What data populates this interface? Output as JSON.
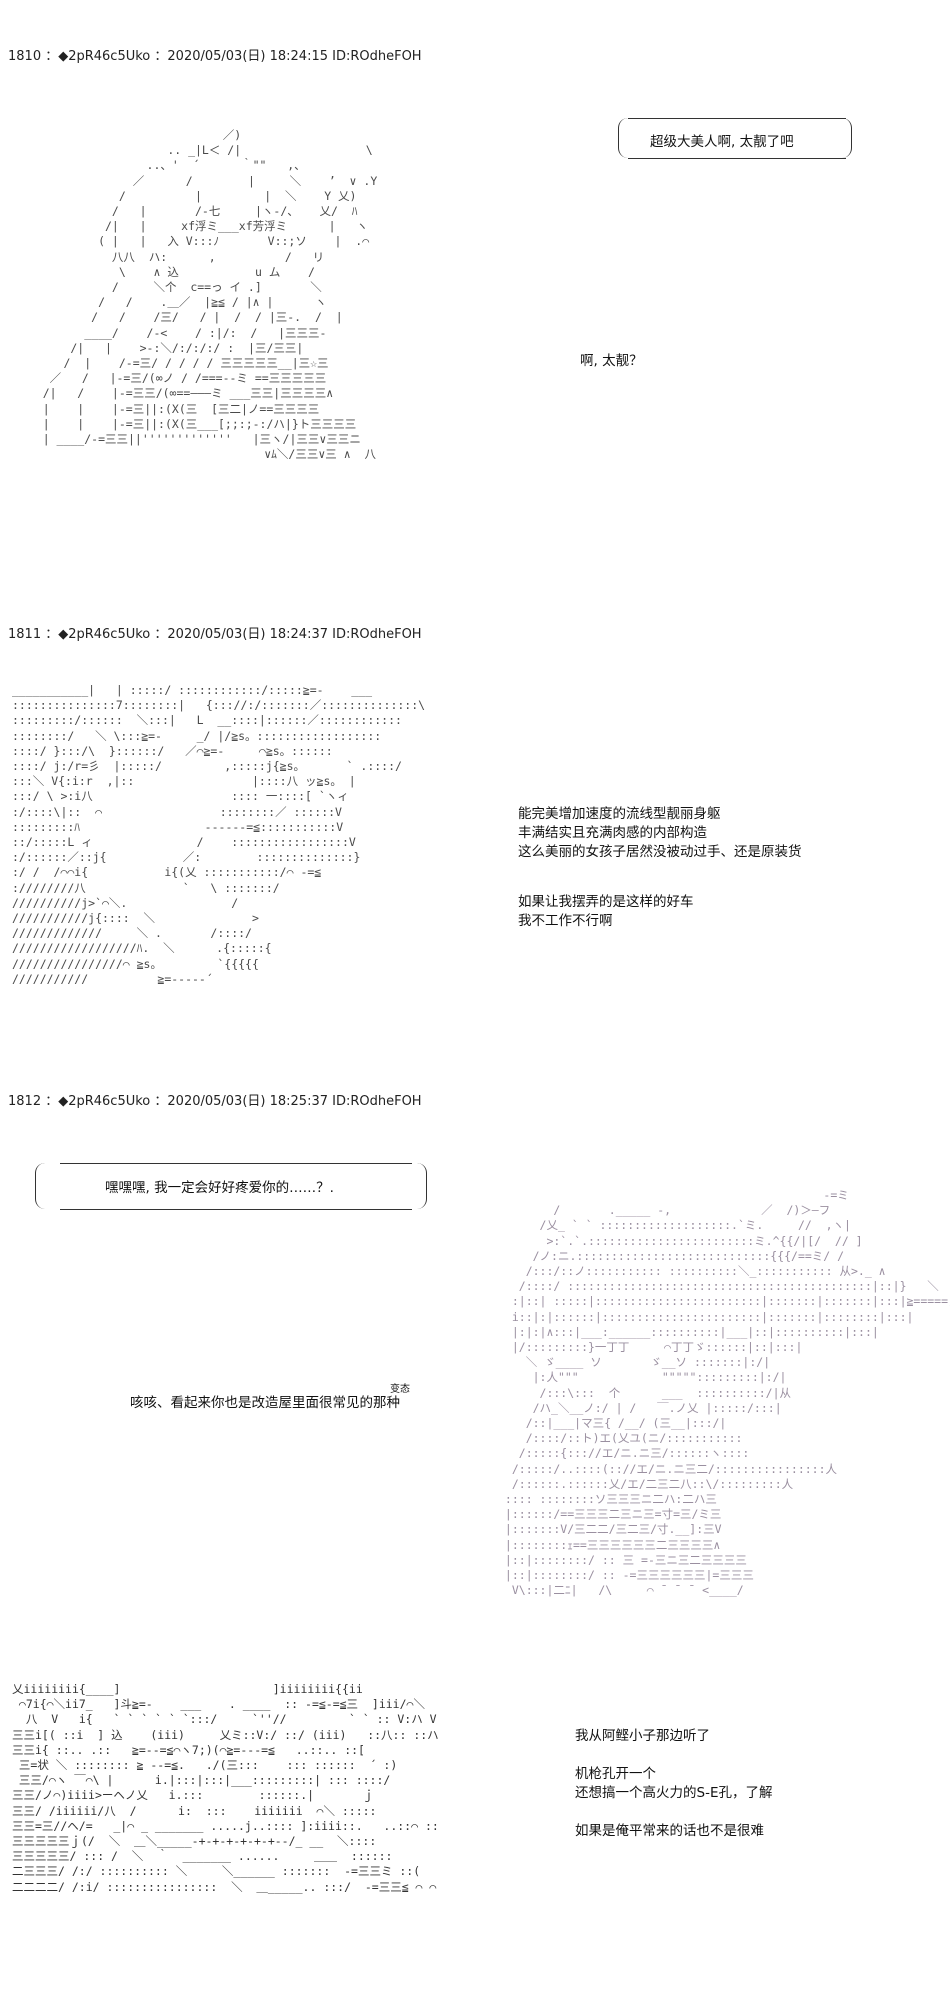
{
  "posts": [
    {
      "header": "1810 ：◆2pR46c5Uko ：2020/05/03(日) 18:24:15 ID:ROdheFOH",
      "bubble_text": "超级大美人啊, 太靓了吧",
      "lines": [
        "啊, 太靓？"
      ]
    },
    {
      "header": "1811 ：◆2pR46c5Uko ：2020/05/03(日) 18:24:37 ID:ROdheFOH",
      "lines": [
        "能完美增加速度的流线型靓丽身躯",
        "丰满结实且充满肉感的内部构造",
        "这么美丽的女孩子居然没被动过手、还是原装货",
        "",
        "如果让我摆弄的是这样的好车",
        "我不工作不行啊"
      ]
    },
    {
      "header": "1812 ：◆2pR46c5Uko ：2020/05/03(日) 18:25:37 ID:ROdheFOH",
      "bubble_text": "嘿嘿嘿, 我一定会好好疼爱你的……？.",
      "ruby": "变态",
      "lines": [
        "咳咳、看起来你也是改造屋里面很常见的那种"
      ],
      "lines2": [
        "我从阿鲣小子那边听了",
        "",
        "机枪孔开一个",
        "还想搞一个高火力的S-E孔，了解",
        "",
        "如果是俺平常来的话也不是很难"
      ]
    }
  ],
  "art": {
    "aa1": "                              ／)\n                      .. _|L＜ /|                  \\\n                   ..、'  ´      ｀\"\"   ,、\n                 ／      /        |     ＼    ’  ∨ .Y\n               /          |         |  ＼    Y 乂)\n              /   |       /-七     |ヽ-/、   乂/  ﾊ\n             /|   |     xf浮ミ___xf芳浮ミ      |   ヽ\n            ( |   |   入 V:::ﾉ       V::;ソ    |  .⌒\n              八八  ハ:      ,          /   リ\n               \\    ∧ 込           u ム    /\n              /     ＼个  c==っ イ .]       ＼\n            /   /    .＿／  |≧≦ / |∧ |      ヽ\n           /   /    /三/   / |  /  / |三-.  /  |\n          ____/    /-<    / :|/:  /   |三三三-\n        /|   |    >-:＼/:/:/:/ :  |三/三三|\n       /  |    /-=三/ / / / / 三三三三三__|三☆三\n     ／   /   |-=三/(∞ノ / /===--ミ ==三三三三三\n    /|   /    |-=三三/(∞==―――ミ ___三三|三三三三∧\n    |    |    |-=三||:(X(三  [三二|ノ==三三三三\n    |    |    |-=三||:(X(三___[;;:;-:/ハ|}ト三三三三\n    | ____/-=三三||'''''''''''''   |三ヽ/|三三∨三三ニ\n                                    ∨ﾑ＼/三三∨三 ∧  八",
    "aa2": "___________|   | :::::/ ::::::::::::/:::::≧=-    ___\n:::::::::::::::7::::::::|   {::://:/:::::::／::::::::::::::\\\n:::::::::/::::::  ＼:::|   L  __::::|::::::／::::::::::::\n::::::::/   ＼ \\:::≧=-     _/ |/≧s。::::::::::::::::::\n::::/ }:::/\\  }::::::/   ／⌒≧=-     ⌒≧s。::::::\n::::/ j:/r=彡  |:::::/         ,:::::j{≧s。      ` .::::/\n:::＼ V{:i:r  ,|::                 |::::八 ッ≧s。 |\n:::/ \\ >:i八                    :::: 一::::[ `ヽィ\n:/::::\\|::  ⌒                 ::::::::／ ::::::V\n:::::::::ﾊ                  ------=≦:::::::::::V\n::/:::::L ィ               /    :::::::::::::::::V\n:/::::::／::j{           ／:        ::::::::::::::}\n:/ /  /⌒⌒i{           i{(乂 :::::::::::/⌒ -=≦\n:////////八              `   \\ :::::::/\n//////////j>`⌒＼.               /\n///////////j{::::  ＼              >\n/////////////     ＼ .       /::::/\n//////////////////ﾊ.  ＼      .{:::::{\n////////////////⌒ ≧s。        `{{{{{\n///////////          ≧=-----´",
    "aa3": "                                               -=ミ\n        /       ._____ -,             ／  /)＞―フ\n      /乂_ ` ` :::::::::::::::::::.`ミ.     //  ,ヽ|\n       >:`.`.::::::::::::::::::::::::ミ.^{{/|[/  // ]\n     /ノ:ニ.::::::::::::::::::::::::::::{{{/==ミ/ /\n    /:::/::ノ::::::::::: ::::::::::＼_::::::::::: 从>._ ∧\n   /::::/ ::::::::::::::::::::::::::::::::::::::::::::|::|}   ＼\n  :|::| :::::|::::::::::::::::::::::::|:::::::|:::::::|:::|≧=====彡\n  i::|:|::::::|:::::::::::::::::::::::|:::::::|::::::::|:::|\n  |:|:|∧:::|___:______::::::::::|___|::|::::::::::|:::|\n  |/:::::::::}一丁丁     ⌒丁丁ゞ::::::|::|:::|\n    ＼ ゞ____ ソ       ゞ__ソ :::::::|:/|\n     |:人\"\"\"            \"\"\"\"\":::::::::|:/|\n      /:::\\:::  个      ___  ::::::::::/|从\n     /ハ_＼__ノ:/ | /   ￣.ノ乂 |:::::/:::|\n    /::|___|マ三{ /__/ (三__|:::/|\n    /::::/::ト)エ(乂ユ(ニ/:::::::::::\n   /:::::{::://エ/ニ.ニ三/::::::ヽ::::\n  /:::::/..::::(:://エ/ニ.ニ三二/::::::::::::::::人\n  /::::::.::::::乂/エ/二三二八::\\/:::::::::人\n :::: ::::::::ソ三三三ニ二ハ:二ハ三\n |::::::/==三三三二三ニ三=寸=三/ミ三\n |:::::::V/三二二/三二三/寸.__]:三V\n |::::::::ｪ==三三三三三三二三三三三∧\n |::|::::::::/ :: 三 =-三ニ三二三三三三\n |::|::::::::/ :: -=三三三三三三|=三三三\n  V\\:::|二ﾆ|   /\\     ⌒ ¯ ¯ ¯ <____/",
    "aa4": "乂iiiiiiii{____]                      ]iiiiiiii{{ii\n ⌒7i{⌒＼ii7_   ]斗≧=-    ___    . ____  :: -=≦-=≦三  ]iii/⌒＼\n  八  V   i{   ` ` ` ` ` `:::/     `''//         ` ` :: V:ハ V\n三三i[( ::i  ] 込    (iii)     乂ミ::V:/ ::/ (iii)   ::八:: ::ハ\n三三i{ ::.. .::   ≧=-‐=≦⌒ヽ7;)(⌒≧=-‐‐=≦   ..::.. ::[\n 三=状 ＼ :::::::: ≧ -‐=≦.   ./(三:::    ::: ::::::  ´ :)\n 三三/⌒ヽ ￣⌒\\ |      i.|:::|:::|___:::::::::| ::: ::::/\n三三/ノ⌒)iiii>ーヘノ乂   i.:::        ::::::.|       ｊ\n三三/ /iiiiii/八  /      i:  :::    iiiiiii  ⌒＼ :::::\n三三=三//ヘ/=   _|⌒ _ _______ .....j..:::: ]:iiii::.   ..::⌒ ::\n三三三三三ｊ(/  ＼  ＿＼_____-+-+-+-+-+-+--/_ __  ＼::::\n三三三三三/ ::: /  ＼  ｀  _______ ......     ＿＿  ::::::\n二三三三/ /:/ :::::::::: ＼     ＼______ :::::::  -=三三ミ ::(\n二二二二/ /:i/ ::::::::::::::::  ＼  ＿_____.. :::/  -=三三≦ ⌒ ⌒"
  }
}
